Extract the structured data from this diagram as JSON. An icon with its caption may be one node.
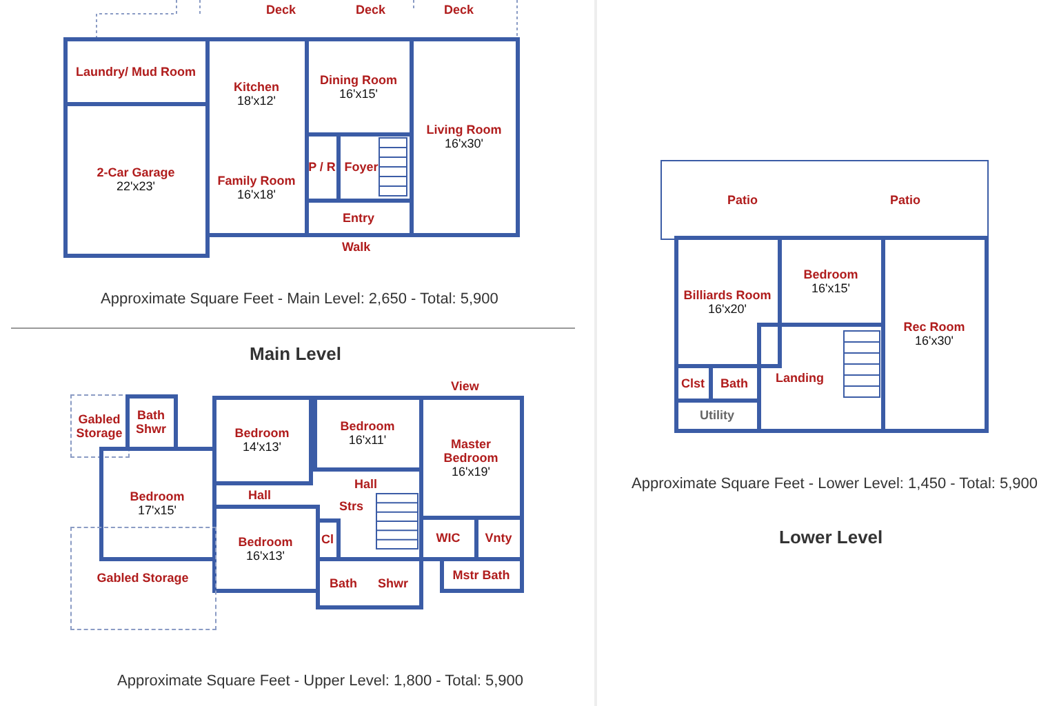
{
  "diagram": {
    "nodes": [
      {
        "text": [
          "Laundry/ Mud Room"
        ]
      },
      {
        "text": [
          "2-Car Garage",
          "22'x23'"
        ]
      },
      {
        "text": [
          "Kitchen",
          "18'x12'"
        ]
      },
      {
        "text": [
          "Family Room",
          "16'x18'"
        ]
      },
      {
        "text": [
          "Dining Room",
          "16'x15'"
        ]
      },
      {
        "text": [
          "Living Room",
          "16'x30'"
        ]
      },
      {
        "text": [
          "P / R"
        ]
      },
      {
        "text": [
          "Foyer"
        ]
      },
      {
        "text": [
          "Entry"
        ]
      },
      {
        "text": [
          "Gabled Storage"
        ]
      },
      {
        "text": [
          "Bath",
          "Shwr"
        ]
      },
      {
        "text": [
          "Bedroom",
          "14'x13'"
        ]
      },
      {
        "text": [
          "Bedroom",
          "16'x11'"
        ]
      },
      {
        "text": [
          "Master Bedroom",
          "16'x19'"
        ]
      },
      {
        "text": [
          "Bedroom",
          "17'x15'"
        ]
      },
      {
        "text": [
          "Bedroom",
          "16'x13'"
        ]
      },
      {
        "text": [
          "Cl"
        ]
      },
      {
        "text": [
          "WIC"
        ]
      },
      {
        "text": [
          "Vnty"
        ]
      },
      {
        "text": [
          "Bath",
          "Shwr"
        ]
      },
      {
        "text": [
          "Mstr Bath"
        ]
      },
      {
        "text": [
          "Gabled Storage"
        ]
      },
      {
        "text": [
          "Patio",
          "Patio"
        ]
      },
      {
        "text": [
          "Billiards Room",
          "16'x20'"
        ]
      },
      {
        "text": [
          "Bedroom",
          "16'x15'"
        ]
      },
      {
        "text": [
          "Rec Room",
          "16'x30'"
        ]
      },
      {
        "text": [
          "Clst"
        ]
      },
      {
        "text": [
          "Bath"
        ]
      },
      {
        "text": [
          "Utility"
        ]
      },
      {
        "text": [
          "Landing"
        ]
      }
    ],
    "labels": [
      "Deck",
      "Deck",
      "Deck",
      "Walk",
      "Approximate Square Feet - Main Level: 2,650 - Total: 5,900",
      "Main Level",
      "View",
      "Hall",
      "Hall",
      "Strs",
      "Approximate Square Feet - Upper Level: 1,800 - Total: 5,900",
      "Approximate Square Feet - Lower Level: 1,450 - Total: 5,900",
      "Lower Level"
    ]
  }
}
